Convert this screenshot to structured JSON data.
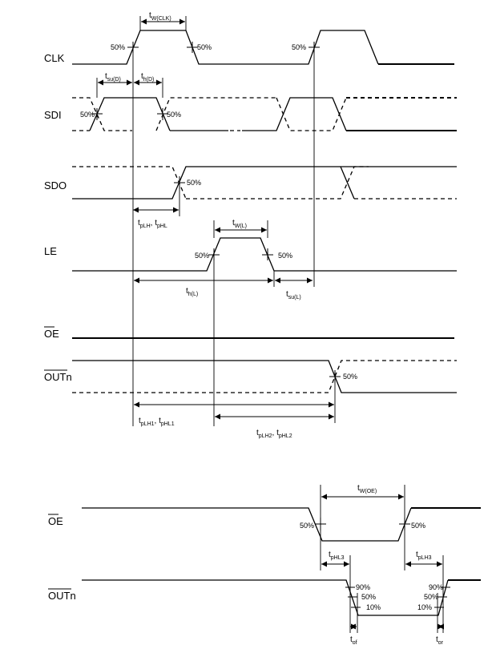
{
  "signals": {
    "clk": "CLK",
    "sdi": "SDI",
    "sdo": "SDO",
    "le": "LE",
    "oe": "OE",
    "outn": "OUTn",
    "oe2": "OE",
    "outn2": "OUTn"
  },
  "percent": {
    "p50": "50%",
    "p90": "90%",
    "p10": "10%"
  },
  "timing": {
    "tw_clk": {
      "main": "t",
      "sub": "W(CLK)"
    },
    "tsu_d": {
      "main": "t",
      "sub": "su(D)"
    },
    "th_d": {
      "main": "t",
      "sub": "h(D)"
    },
    "tplh_sdo": {
      "m1": "t",
      "s1": "pLH",
      "sep": ", ",
      "m2": "t",
      "s2": "pHL"
    },
    "tw_l": {
      "main": "t",
      "sub": "W(L)"
    },
    "th_l": {
      "main": "t",
      "sub": "h(L)"
    },
    "tsu_l": {
      "main": "t",
      "sub": "su(L)"
    },
    "tplh1": {
      "m1": "t",
      "s1": "pLH1",
      "sep": ", ",
      "m2": "t",
      "s2": "pHL1"
    },
    "tplh2": {
      "m1": "t",
      "s1": "pLH2",
      "sep": ", ",
      "m2": "t",
      "s2": "pHL2"
    },
    "tw_oe": {
      "main": "t",
      "sub": "W(OE)"
    },
    "tphl3": {
      "main": "t",
      "sub": "pHL3"
    },
    "tplh3": {
      "main": "t",
      "sub": "pLH3"
    },
    "tof": {
      "main": "t",
      "sub": "of"
    },
    "tor": {
      "main": "t",
      "sub": "or"
    }
  }
}
